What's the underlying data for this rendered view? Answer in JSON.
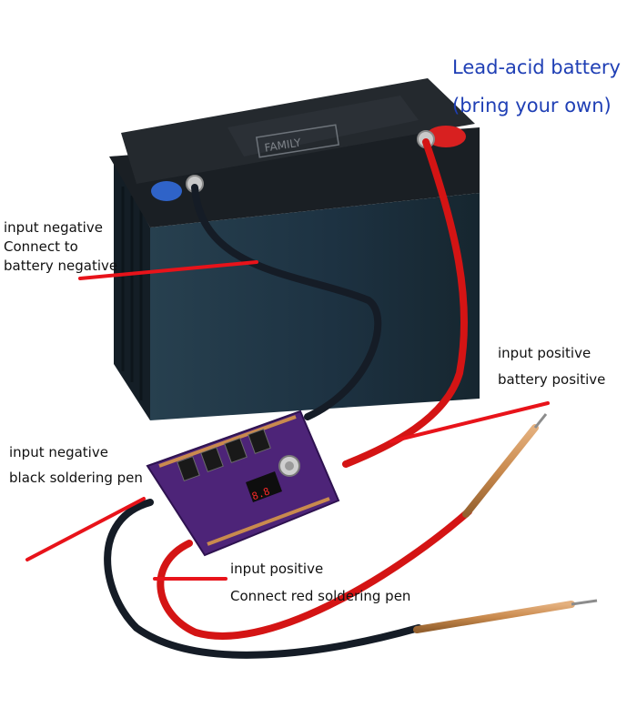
{
  "title": {
    "line1": "Lead-acid battery",
    "line2": "(bring your own)",
    "color": "#1f3fb5"
  },
  "labels": {
    "battery_negative": [
      "input negative",
      "Connect to",
      "battery negative"
    ],
    "battery_positive": [
      "input positive",
      "battery positive"
    ],
    "black_pen": [
      "input negative",
      "black soldering pen"
    ],
    "red_pen": [
      "input positive",
      "Connect red soldering pen"
    ]
  },
  "battery": {
    "brand": "FAMILY"
  },
  "colors": {
    "pointer_line": "#e8131a",
    "red_wire": "#d41414",
    "black_wire": "#151c26",
    "battery_case": "#1d3242",
    "battery_lid": "#161a1f",
    "pcb": "#4d2478",
    "copper": "#c98a4e",
    "display_digits": "#ff2a2a",
    "terminal_negative": "#2f63c8",
    "terminal_positive": "#d82020"
  }
}
